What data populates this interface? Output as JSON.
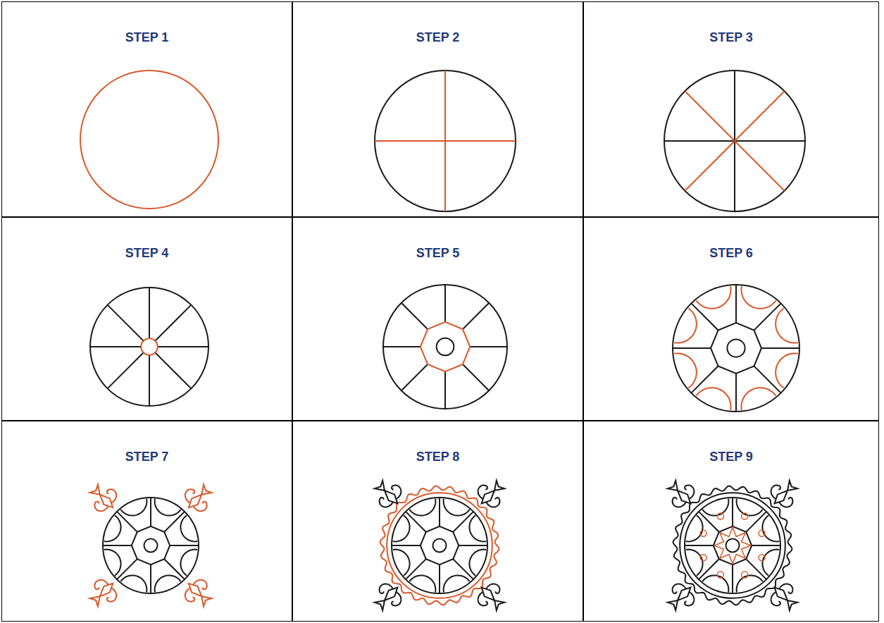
{
  "diagram": {
    "nodes": [
      {
        "text": [
          "STEP 1"
        ]
      },
      {
        "text": [
          "STEP 2"
        ]
      },
      {
        "text": [
          "STEP 3"
        ]
      },
      {
        "text": [
          "STEP 4"
        ]
      },
      {
        "text": [
          "STEP 5"
        ]
      },
      {
        "text": [
          "STEP 6"
        ]
      },
      {
        "text": [
          "STEP 7"
        ]
      },
      {
        "text": [
          "STEP 8"
        ]
      },
      {
        "text": [
          "STEP 9"
        ]
      }
    ]
  }
}
